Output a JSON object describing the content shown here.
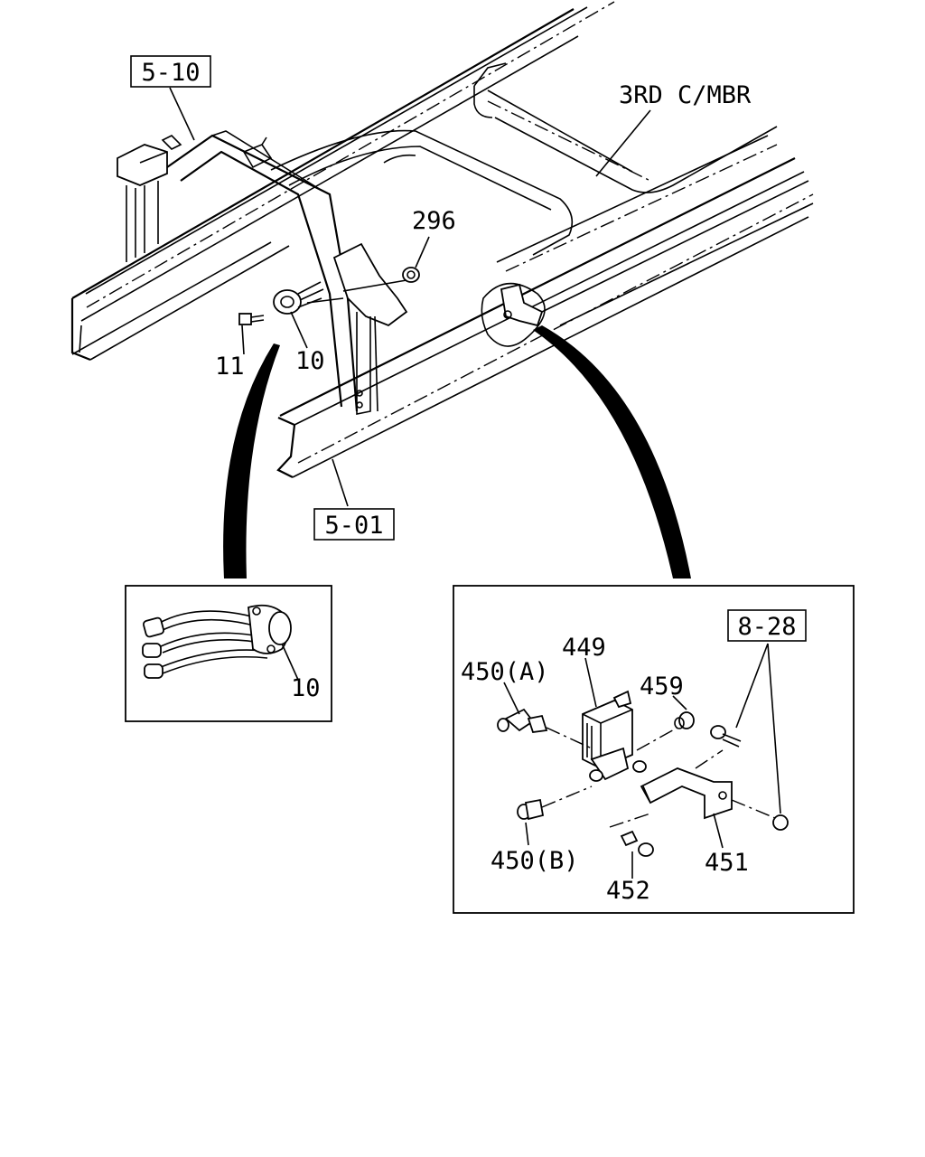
{
  "labels": {
    "ref_5_10": "5-10",
    "ref_5_01": "5-01",
    "ref_8_28": "8-28",
    "crossmember": "3RD C/MBR",
    "part_296": "296",
    "part_11": "11",
    "part_10": "10",
    "part_10_detail": "10",
    "part_449": "449",
    "part_450a": "450(A)",
    "part_459": "459",
    "part_450b": "450(B)",
    "part_451": "451",
    "part_452": "452"
  }
}
